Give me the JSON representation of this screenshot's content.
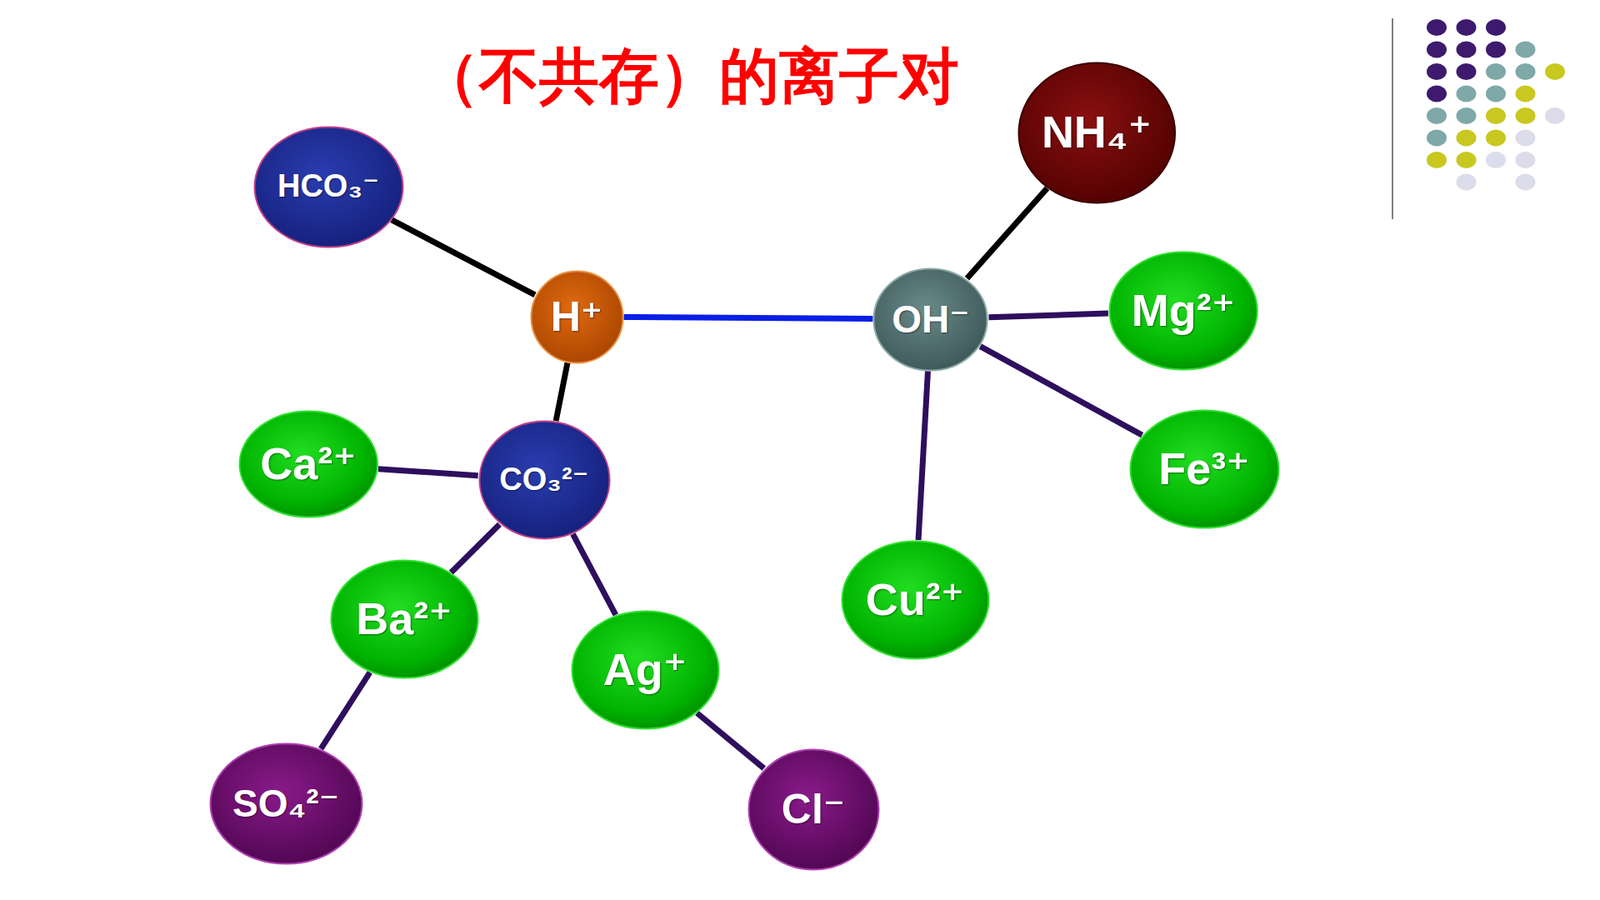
{
  "diagram": {
    "title": "（不共存）的离子对",
    "nodes": [
      {
        "text": [
          "NH₄⁺"
        ]
      },
      {
        "text": [
          "HCO₃⁻"
        ]
      },
      {
        "text": [
          "Mg²⁺"
        ]
      },
      {
        "text": [
          "H⁺"
        ]
      },
      {
        "text": [
          "OH⁻"
        ]
      },
      {
        "text": [
          "Ca²⁺"
        ]
      },
      {
        "text": [
          "Fe³⁺"
        ]
      },
      {
        "text": [
          "CO₃²⁻"
        ]
      },
      {
        "text": [
          "Cu²⁺"
        ]
      },
      {
        "text": [
          "Ba²⁺"
        ]
      },
      {
        "text": [
          "Ag⁺"
        ]
      },
      {
        "text": [
          "SO₄²⁻"
        ]
      },
      {
        "text": [
          "Cl⁻"
        ]
      }
    ],
    "edges": [
      {
        "from": 1,
        "to": 3,
        "arrow": "none"
      },
      {
        "from": 3,
        "to": 4,
        "arrow": "none"
      },
      {
        "from": 3,
        "to": 7,
        "arrow": "none"
      },
      {
        "from": 4,
        "to": 0,
        "arrow": "none"
      },
      {
        "from": 4,
        "to": 2,
        "arrow": "none"
      },
      {
        "from": 4,
        "to": 6,
        "arrow": "none"
      },
      {
        "from": 4,
        "to": 8,
        "arrow": "none"
      },
      {
        "from": 7,
        "to": 5,
        "arrow": "none"
      },
      {
        "from": 7,
        "to": 9,
        "arrow": "none"
      },
      {
        "from": 7,
        "to": 10,
        "arrow": "none"
      },
      {
        "from": 9,
        "to": 11,
        "arrow": "none"
      },
      {
        "from": 10,
        "to": 12,
        "arrow": "none"
      }
    ]
  }
}
